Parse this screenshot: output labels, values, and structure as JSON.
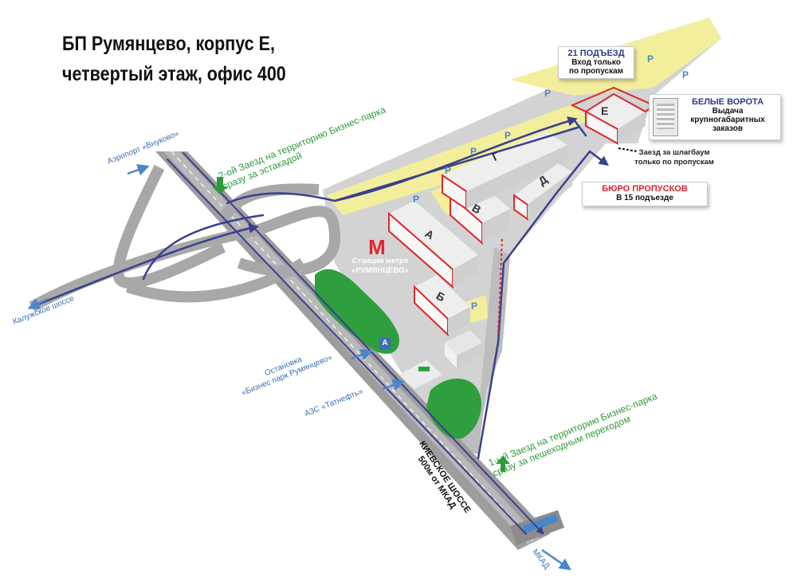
{
  "title": {
    "line1": "БП Румянцево, корпус Е,",
    "line2": "четвертый этаж, офис 400"
  },
  "metro": {
    "line1": "Станция метро",
    "line2": "«РУМЯНЦЕВО»",
    "logo_letter": "M"
  },
  "buildings": {
    "a": "А",
    "b": "Б",
    "v": "В",
    "g": "Г",
    "d": "Д",
    "e": "Е"
  },
  "parking_label": "P",
  "bus_stop_label": "А",
  "roads": {
    "airport": "Аэропорт «Внуково»",
    "kaluzhskoe": "Калужское шоссе",
    "kievskoe_1": "КИЕВСКОЕ ШОССЕ",
    "kievskoe_2": "500м от МКАД",
    "mkad": "МКАД",
    "bus_stop_1": "Остановка",
    "bus_stop_2": "«Бизнес парк Румянцево»",
    "gas_station": "АЗС «Татнефть»"
  },
  "entrances": {
    "second_1": "2-ой Заезд на территорию Бизнес-парка",
    "second_2": "сразу за эстакадой",
    "first_1": "1-ый Заезд на территорию Бизнес-парка",
    "first_2": "сразу за пешеходным переходом"
  },
  "callouts": {
    "entrance21": {
      "title": "21 ПОДЪЕЗД",
      "line1": "Вход только",
      "line2": "по пропускам"
    },
    "white_gates": {
      "title": "БЕЛЫЕ ВОРОТА",
      "line1": "Выдача",
      "line2": "крупногабаритных",
      "line3": "заказов"
    },
    "barrier": {
      "line1": "Заезд за шлагбаум",
      "line2": "только по пропускам"
    },
    "pass_bureau": {
      "title": "БЮРО ПРОПУСКОВ",
      "line1": "В 15 подъезде"
    }
  },
  "colors": {
    "route": "#3a3f8f",
    "entrance_arrow": "#2e9b3a",
    "parking": "#f3ee9c",
    "building_accent": "#e0262b",
    "ground": "#cfcfcf",
    "trees": "#2f9e3f"
  }
}
